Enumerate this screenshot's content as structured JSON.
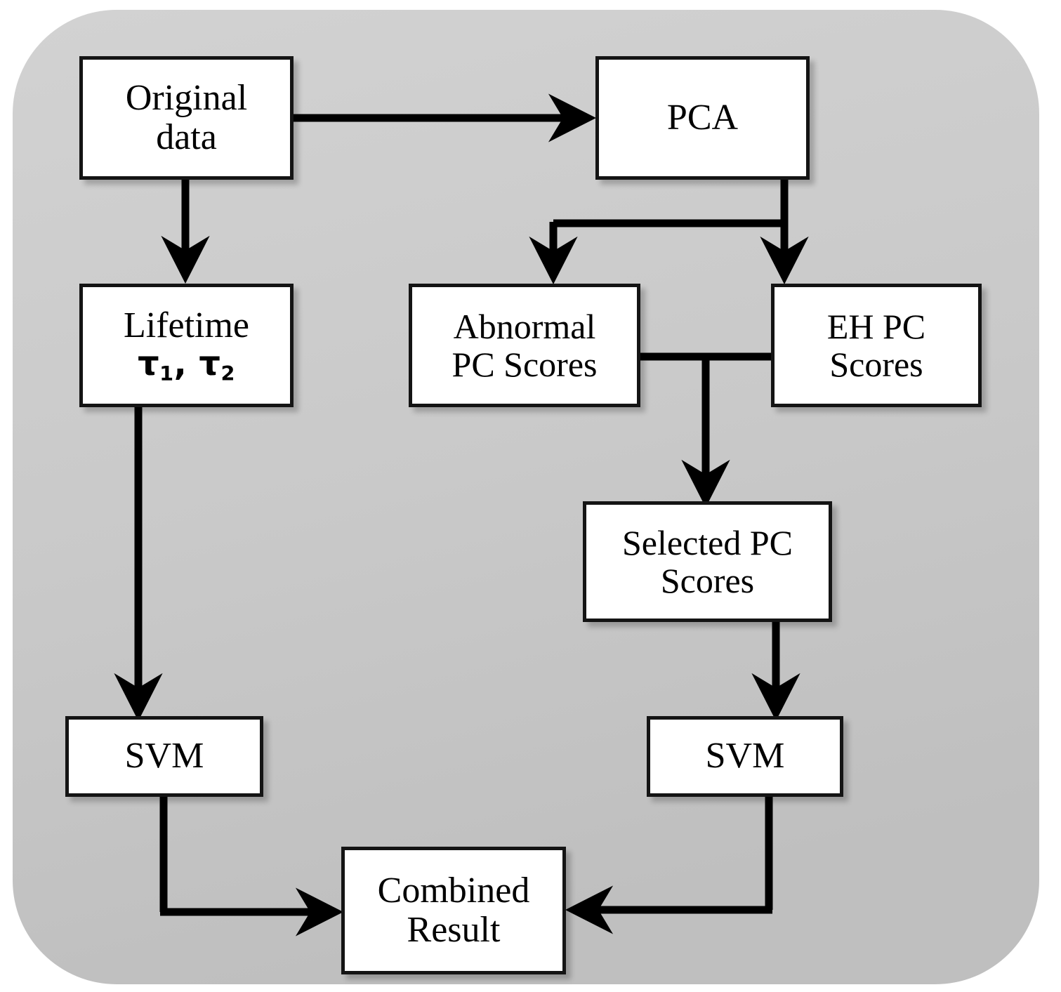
{
  "diagram": {
    "title": "PCA and lifetime based SVM classification flowchart",
    "background_color": "#c9c9c9",
    "box_fill": "#ffffff",
    "box_border_color": "#141414",
    "connector_color": "#000000",
    "page_background": "#ffffff"
  },
  "nodes": {
    "original_data": {
      "line1": "Original",
      "line2": "data"
    },
    "pca": {
      "line1": "PCA",
      "line2": ""
    },
    "lifetime": {
      "line1": "Lifetime",
      "line2_tau1": "τ",
      "line2_sub1": "1",
      "line2_sep": ", ",
      "line2_tau2": "τ",
      "line2_sub2": "2"
    },
    "abnormal_pc_scores": {
      "line1": "Abnormal",
      "line2": "PC Scores"
    },
    "eh_pc_scores": {
      "line1": "EH PC",
      "line2": "Scores"
    },
    "selected_pc_scores": {
      "line1": "Selected PC",
      "line2": "Scores"
    },
    "svm_left": {
      "line1": "SVM",
      "line2": ""
    },
    "svm_right": {
      "line1": "SVM",
      "line2": ""
    },
    "combined_result": {
      "line1": "Combined",
      "line2": "Result"
    }
  },
  "edges": [
    {
      "name": "original-data-to-pca",
      "from": "original_data",
      "to": "pca",
      "arrow": true
    },
    {
      "name": "original-data-to-lifetime",
      "from": "original_data",
      "to": "lifetime",
      "arrow": true
    },
    {
      "name": "pca-to-abnormal-pc-scores",
      "from": "pca",
      "to": "abnormal_pc_scores",
      "arrow": true
    },
    {
      "name": "pca-to-eh-pc-scores",
      "from": "pca",
      "to": "eh_pc_scores",
      "arrow": true
    },
    {
      "name": "pc-scores-to-selected-pc-scores",
      "from": "abnormal_pc_scores,eh_pc_scores",
      "to": "selected_pc_scores",
      "arrow": true
    },
    {
      "name": "lifetime-to-svm-left",
      "from": "lifetime",
      "to": "svm_left",
      "arrow": true
    },
    {
      "name": "selected-pc-scores-to-svm-right",
      "from": "selected_pc_scores",
      "to": "svm_right",
      "arrow": true
    },
    {
      "name": "svm-left-to-combined-result",
      "from": "svm_left",
      "to": "combined_result",
      "arrow": true
    },
    {
      "name": "svm-right-to-combined-result",
      "from": "svm_right",
      "to": "combined_result",
      "arrow": true
    }
  ]
}
